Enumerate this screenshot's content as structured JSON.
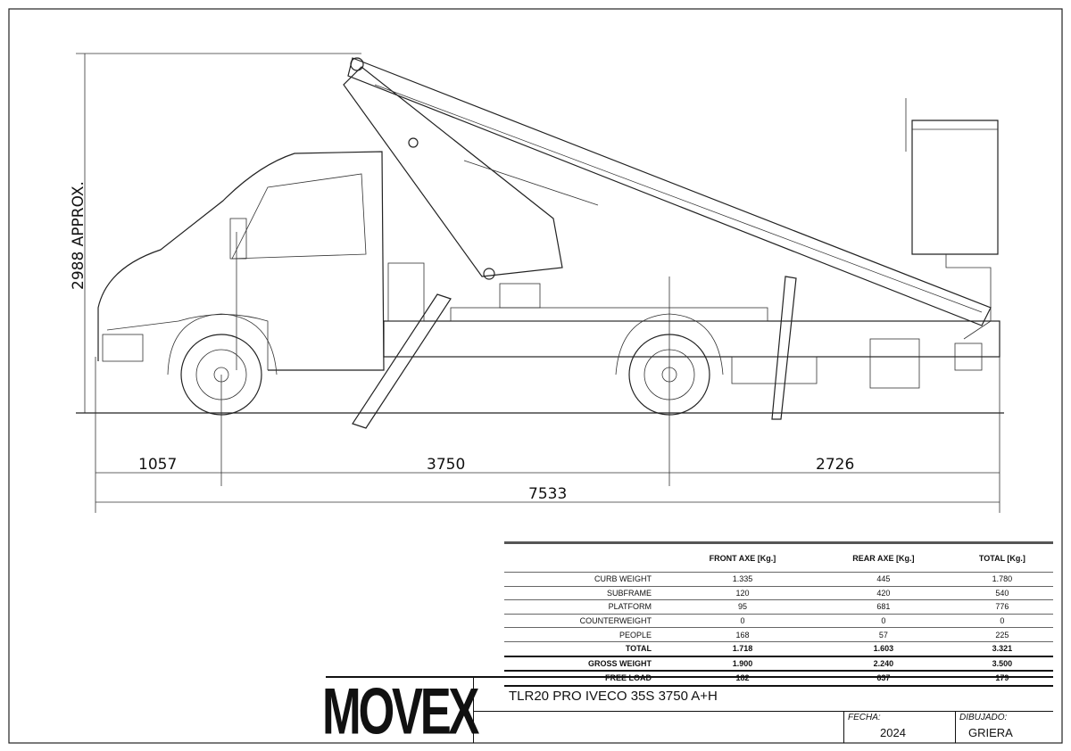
{
  "drawing": {
    "height_label": "2988 APPROX.",
    "dimensions": {
      "front_overhang": "1057",
      "wheelbase": "3750",
      "rear_overhang": "2726",
      "overall_length": "7533"
    }
  },
  "weights_table": {
    "headers": [
      "",
      "FRONT AXE [Kg.]",
      "REAR AXE [Kg.]",
      "TOTAL [Kg.]"
    ],
    "rows": [
      {
        "label": "CURB WEIGHT",
        "front": "1.335",
        "rear": "445",
        "total": "1.780"
      },
      {
        "label": "SUBFRAME",
        "front": "120",
        "rear": "420",
        "total": "540"
      },
      {
        "label": "PLATFORM",
        "front": "95",
        "rear": "681",
        "total": "776"
      },
      {
        "label": "COUNTERWEIGHT",
        "front": "0",
        "rear": "0",
        "total": "0"
      },
      {
        "label": "PEOPLE",
        "front": "168",
        "rear": "57",
        "total": "225"
      },
      {
        "label": "TOTAL",
        "front": "1.718",
        "rear": "1.603",
        "total": "3.321"
      },
      {
        "label": "GROSS WEIGHT",
        "front": "1.900",
        "rear": "2.240",
        "total": "3.500"
      },
      {
        "label": "FREE LOAD",
        "front": "182",
        "rear": "637",
        "total": "179"
      }
    ]
  },
  "title_block": {
    "logo": "MOVEX",
    "title": "TLR20 PRO IVECO 35S 3750 A+H",
    "date_label": "FECHA:",
    "date_value": "2024",
    "drawn_label": "DIBUJADO:",
    "drawn_value": "GRIERA"
  }
}
